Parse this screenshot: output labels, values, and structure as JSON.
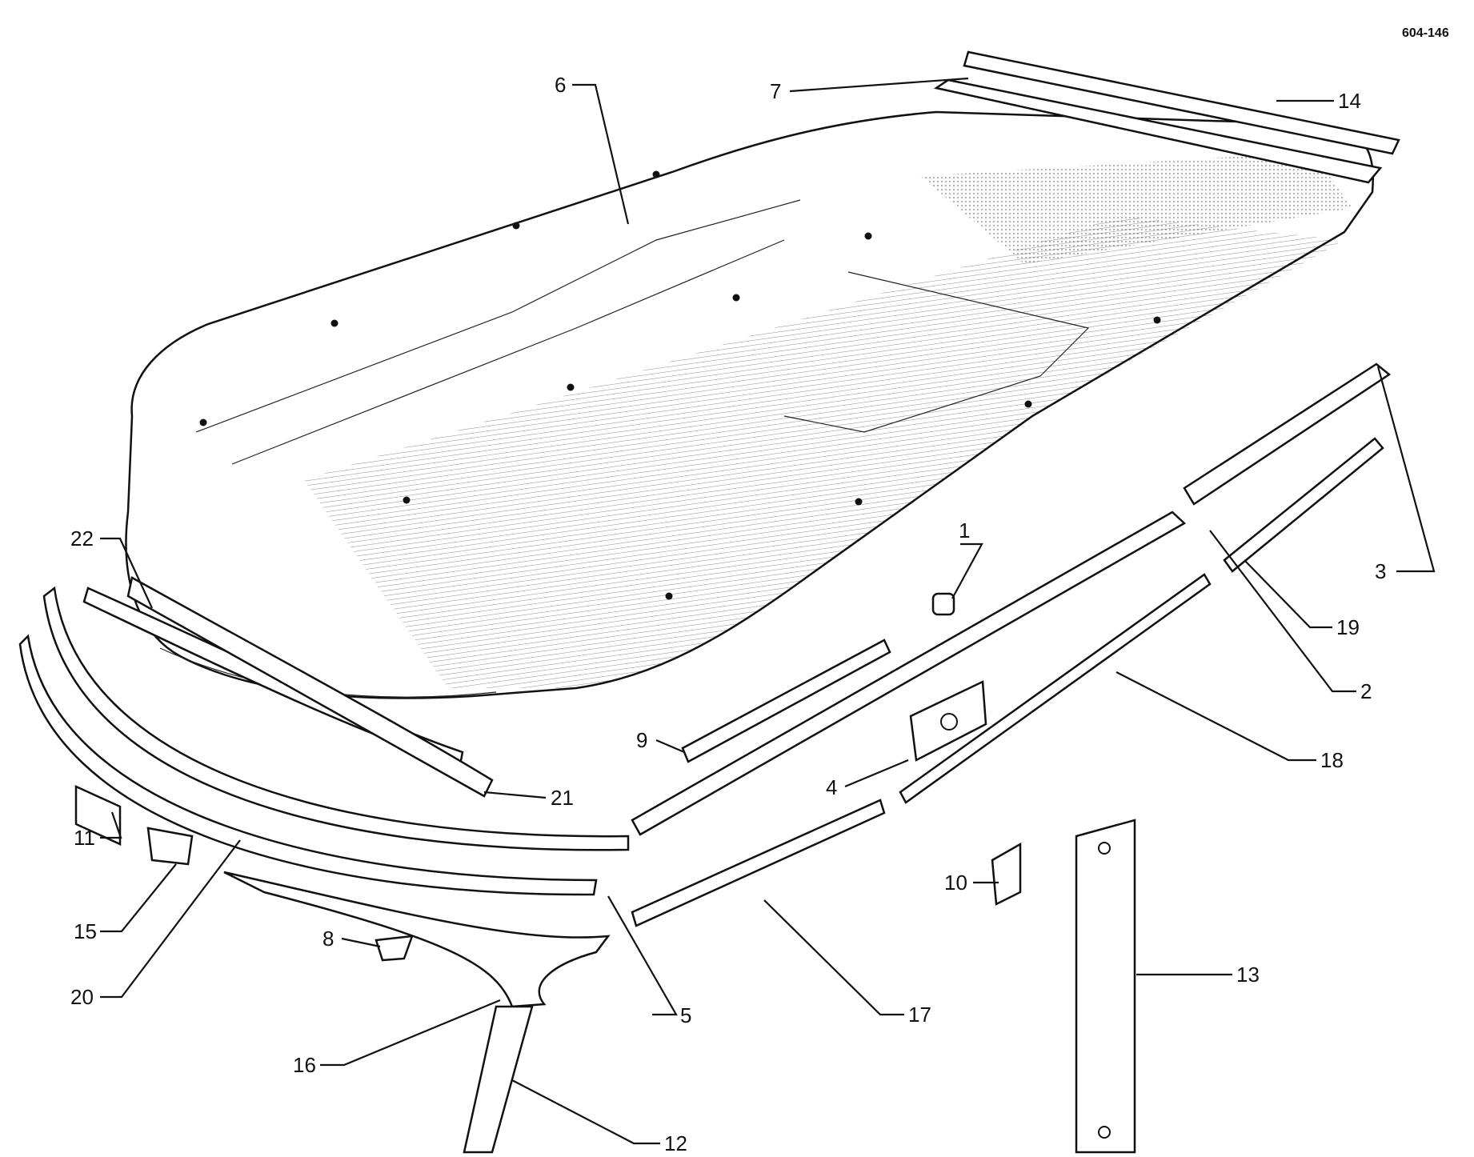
{
  "drawing_code": "604-146",
  "callouts": [
    {
      "num": "1"
    },
    {
      "num": "2"
    },
    {
      "num": "3"
    },
    {
      "num": "4"
    },
    {
      "num": "5"
    },
    {
      "num": "6"
    },
    {
      "num": "7"
    },
    {
      "num": "8"
    },
    {
      "num": "9"
    },
    {
      "num": "10"
    },
    {
      "num": "11"
    },
    {
      "num": "12"
    },
    {
      "num": "13"
    },
    {
      "num": "14"
    },
    {
      "num": "15"
    },
    {
      "num": "16"
    },
    {
      "num": "17"
    },
    {
      "num": "18"
    },
    {
      "num": "19"
    },
    {
      "num": "20"
    },
    {
      "num": "21"
    },
    {
      "num": "22"
    }
  ],
  "colors": {
    "ink": "#111111",
    "paper": "#ffffff"
  }
}
